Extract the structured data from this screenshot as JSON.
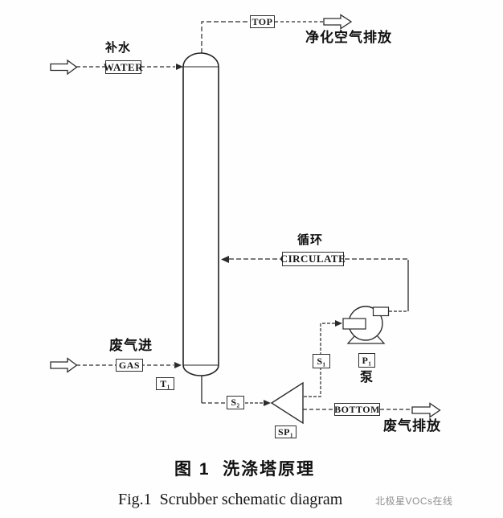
{
  "diagram": {
    "stream_boxes": {
      "water": "WATER",
      "top": "TOP",
      "gas": "GAS",
      "circulate": "CIRCULATE",
      "bottom": "BOTTOM"
    },
    "tag_boxes": {
      "t1": "T₁",
      "s1": "S₁",
      "s2": "S₂",
      "sp1": "SP₁",
      "p1": "P₁"
    },
    "labels": {
      "makeup_water": "补水",
      "purified_air_out": "净化空气排放",
      "circulation": "循环",
      "waste_gas_in": "废气进",
      "pump": "泵",
      "waste_gas_out": "废气排放"
    }
  },
  "caption": {
    "chinese": "图 1  洗涤塔原理",
    "english": "Fig.1  Scrubber schematic diagram"
  },
  "watermark": "北极星VOCs在线",
  "colors": {
    "line": "#2b2b2b",
    "box_border": "#2f2f2f",
    "text": "#151515",
    "watermark": "#8f8f8f",
    "background": "#fefefe"
  }
}
